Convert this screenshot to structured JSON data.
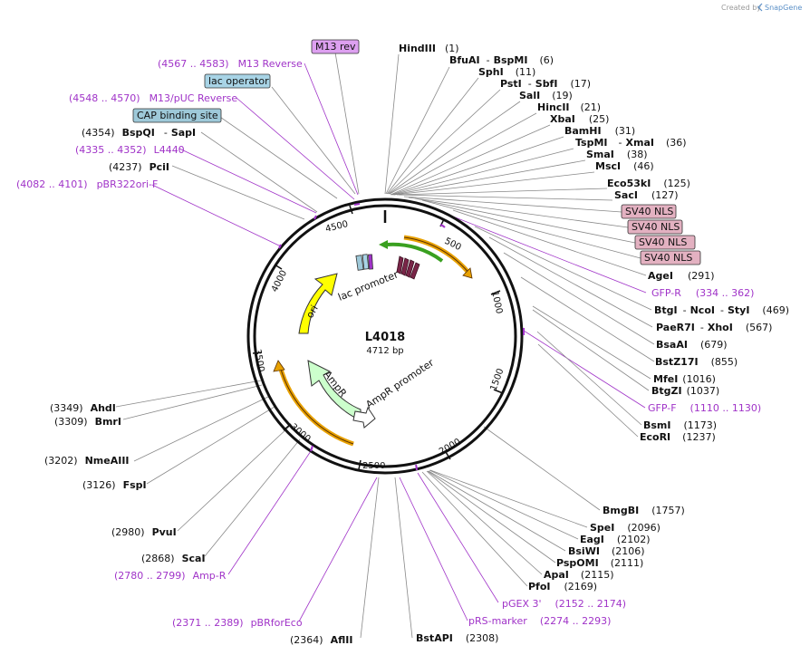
{
  "credit": {
    "prefix": "Created by",
    "brand": "SnapGene"
  },
  "plasmid": {
    "name": "L4018",
    "size_label": "4712 bp",
    "length": 4712
  },
  "ticks": [
    "500",
    "1000",
    "1500",
    "2000",
    "2500",
    "3000",
    "3500",
    "4000",
    "4500"
  ],
  "features": {
    "ori": "ori",
    "lac_promoter": "lac promoter",
    "ampr": "AmpR",
    "ampr_promoter": "AmpR promoter"
  },
  "top_boxes": {
    "m13rev": "M13 rev",
    "lac_operator": "lac operator",
    "cap_site": "CAP binding site"
  },
  "nls_boxes": [
    "SV40 NLS",
    "SV40 NLS",
    "SV40 NLS",
    "SV40 NLS"
  ],
  "colors": {
    "ori": "#ffff00",
    "ampr": "#ccffcc",
    "orange": "#e8a100",
    "green": "#3aa020",
    "primer": "#a033c8",
    "nls": "#e3b1c1",
    "cap": "#9ec9d9",
    "m13": "#dda0f0",
    "lac_operator": "#a8d4e6",
    "promoter_arrow": "#ffffff"
  },
  "left_labels": {
    "l1": {
      "pos": "(4567 .. 4583)",
      "name": "M13 Reverse"
    },
    "l2": {
      "pos": "(4548 .. 4570)",
      "name": "M13/pUC Reverse"
    },
    "l3": {
      "pos": "(4354)",
      "name": "BspQI",
      "sep": "-",
      "name2": "SapI"
    },
    "l4": {
      "pos": "(4335 .. 4352)",
      "name": "L4440"
    },
    "l5": {
      "pos": "(4237)",
      "name": "PciI"
    },
    "l6": {
      "pos": "(4082 .. 4101)",
      "name": "pBR322ori-F"
    },
    "l7": {
      "pos": "(3349)",
      "name": "AhdI"
    },
    "l8": {
      "pos": "(3309)",
      "name": "BmrI"
    },
    "l9": {
      "pos": "(3202)",
      "name": "NmeAIII"
    },
    "l10": {
      "pos": "(3126)",
      "name": "FspI"
    },
    "l11": {
      "pos": "(2980)",
      "name": "PvuI"
    },
    "l12": {
      "pos": "(2868)",
      "name": "ScaI"
    },
    "l13": {
      "pos": "(2780 .. 2799)",
      "name": "Amp-R"
    },
    "l14": {
      "pos": "(2371 .. 2389)",
      "name": "pBRforEco"
    },
    "l15": {
      "pos": "(2364)",
      "name": "AflII"
    }
  },
  "right_labels": {
    "r1": {
      "name": "HindIII",
      "pos": "(1)"
    },
    "r2": {
      "name": "BfuAI",
      "sep": "-",
      "name2": "BspMI",
      "pos": "(6)"
    },
    "r3": {
      "name": "SphI",
      "pos": "(11)"
    },
    "r4": {
      "name": "PstI",
      "sep": "-",
      "name2": "SbfI",
      "pos": "(17)"
    },
    "r5": {
      "name": "SalI",
      "pos": "(19)"
    },
    "r6": {
      "name": "HincII",
      "pos": "(21)"
    },
    "r7": {
      "name": "XbaI",
      "pos": "(25)"
    },
    "r8": {
      "name": "BamHI",
      "pos": "(31)"
    },
    "r9": {
      "name": "TspMI",
      "sep": "-",
      "name2": "XmaI",
      "pos": "(36)"
    },
    "r10": {
      "name": "SmaI",
      "pos": "(38)"
    },
    "r11": {
      "name": "MscI",
      "pos": "(46)"
    },
    "r12": {
      "name": "Eco53kI",
      "pos": "(125)"
    },
    "r13": {
      "name": "SacI",
      "pos": "(127)"
    },
    "r14": {
      "name": "AgeI",
      "pos": "(291)"
    },
    "r15": {
      "name": "GFP-R",
      "pos": "(334 .. 362)"
    },
    "r16": {
      "name": "BtgI",
      "sep": "-",
      "name2": "NcoI",
      "sep2": "-",
      "name3": "StyI",
      "pos": "(469)"
    },
    "r17": {
      "name": "PaeR7I",
      "sep": "-",
      "name2": "XhoI",
      "pos": "(567)"
    },
    "r18": {
      "name": "BsaAI",
      "pos": "(679)"
    },
    "r19": {
      "name": "BstZ17I",
      "pos": "(855)"
    },
    "r20": {
      "name": "MfeI",
      "pos": "(1016)"
    },
    "r21": {
      "name": "BtgZI",
      "pos": "(1037)"
    },
    "r22": {
      "name": "GFP-F",
      "pos": "(1110 .. 1130)"
    },
    "r23": {
      "name": "BsmI",
      "pos": "(1173)"
    },
    "r24": {
      "name": "EcoRI",
      "pos": "(1237)"
    },
    "r25": {
      "name": "BmgBI",
      "pos": "(1757)"
    },
    "r26": {
      "name": "SpeI",
      "pos": "(2096)"
    },
    "r27": {
      "name": "EagI",
      "pos": "(2102)"
    },
    "r28": {
      "name": "BsiWI",
      "pos": "(2106)"
    },
    "r29": {
      "name": "PspOMI",
      "pos": "(2111)"
    },
    "r30": {
      "name": "ApaI",
      "pos": "(2115)"
    },
    "r31": {
      "name": "PfoI",
      "pos": "(2169)"
    },
    "r32": {
      "name": "pGEX 3'",
      "pos": "(2152 .. 2174)"
    },
    "r33": {
      "name": "pRS-marker",
      "pos": "(2274 .. 2293)"
    },
    "r34": {
      "name": "BstAPI",
      "pos": "(2308)"
    }
  }
}
